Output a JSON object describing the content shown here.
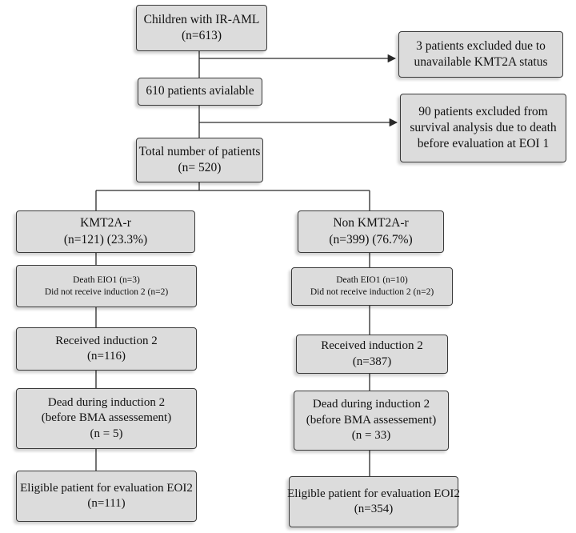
{
  "nodes": {
    "start": [
      "Children with IR-AML",
      "(n=613)"
    ],
    "excl1": [
      "3 patients excluded due to",
      "unavailable KMT2A status"
    ],
    "avail": [
      "610 patients avialable"
    ],
    "excl2": [
      "90 patients excluded from",
      "survival analysis due to death",
      "before evaluation at EOI 1"
    ],
    "total": [
      "Total number of patients",
      "(n= 520)"
    ],
    "left": {
      "group": [
        "KMT2A-r",
        "(n=121) (23.3%)"
      ],
      "loss1": [
        "Death EIO1 (n=3)",
        "Did not receive induction 2 (n=2)"
      ],
      "induction": [
        "Received induction 2",
        "(n=116)"
      ],
      "dead": [
        "Dead during induction 2",
        "(before BMA assessement)",
        "(n = 5)"
      ],
      "eligible": [
        "Eligible patient for evaluation EOI2",
        "(n=111)"
      ]
    },
    "right": {
      "group": [
        "Non KMT2A-r",
        "(n=399) (76.7%)"
      ],
      "loss1": [
        "Death EIO1 (n=10)",
        "Did not receive induction 2 (n=2)"
      ],
      "induction": [
        "Received induction 2",
        "(n=387)"
      ],
      "dead": [
        "Dead during induction 2",
        "(before BMA assessement)",
        "(n = 33)"
      ],
      "eligible": [
        "Eligible patient for evaluation  EOI2",
        "(n=354)"
      ]
    }
  },
  "colors": {
    "box_fill": "#dcdcdc",
    "box_border": "#3a3a3a",
    "connector": "#2a2a2a",
    "text": "#111111"
  }
}
